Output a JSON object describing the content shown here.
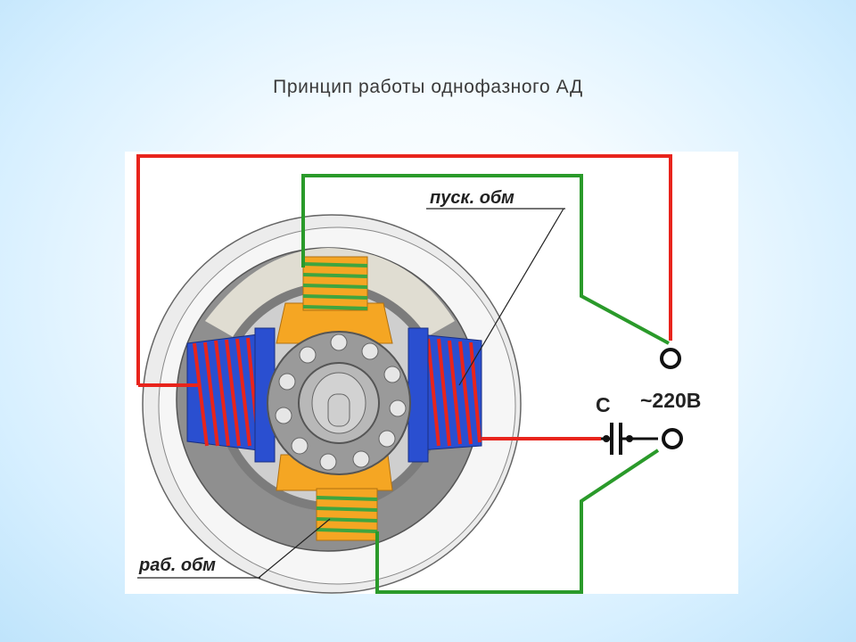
{
  "slide": {
    "title": "Принцип работы однофазного АД"
  },
  "diagram": {
    "labels": {
      "start_winding": "пуск. обм",
      "work_winding": "раб. обм",
      "capacitor": "C",
      "supply": "~220B"
    },
    "colors": {
      "phase_wire": "#e8241c",
      "start_wire": "#2a9a2a",
      "coil_work_winding": "#e8241c",
      "pole_blue": "#2a4fd0",
      "coil_green": "#3fa53f",
      "pole_orange": "#f5a623",
      "rotor_grey": "#9a9a9a",
      "stator_ring": "#8f8f8f"
    }
  }
}
